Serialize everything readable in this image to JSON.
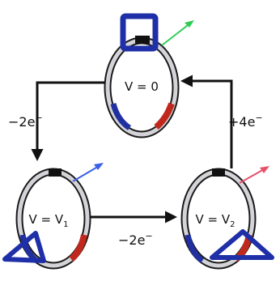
{
  "states": {
    "top": {
      "label": "V = 0",
      "marker_color": "#2ecc55"
    },
    "left": {
      "label_main": "V = V",
      "label_sub": "1",
      "marker_color": "#3a5fe8"
    },
    "right": {
      "label_main": "V = V",
      "label_sub": "2",
      "marker_color": "#e8506a"
    }
  },
  "transitions": {
    "top_to_left": {
      "label": "−2e",
      "sup": "−"
    },
    "left_to_right": {
      "label": "−2e",
      "sup": "−"
    },
    "right_to_top": {
      "label": "+4e",
      "sup": "−"
    }
  },
  "colors": {
    "ring": "#c8c8cc",
    "ring_outline": "#1a1a1a",
    "station_blue": "#2030a0",
    "station_red": "#c0281e",
    "cyclophane": "#1e2fa8"
  }
}
